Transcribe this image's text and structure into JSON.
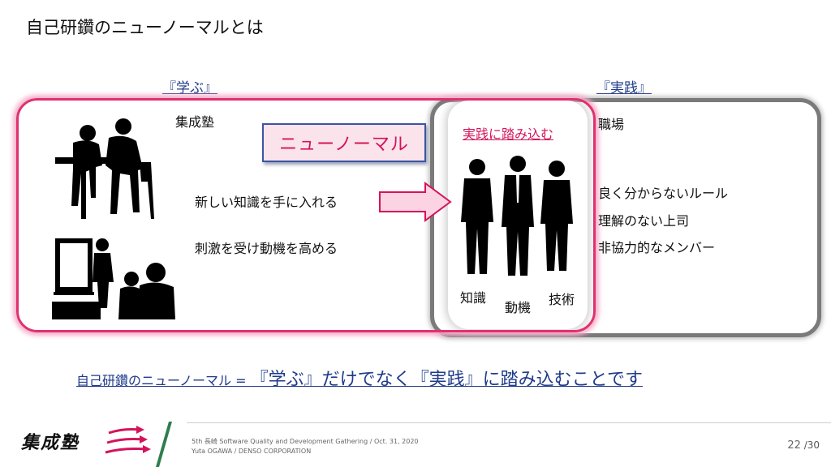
{
  "title": "自己研鑽のニューノーマルとは",
  "labels": {
    "manabu": "『学ぶ』",
    "jissen": "『実践』"
  },
  "left": {
    "org": "集成塾",
    "line1": "新しい知識を手に入れる",
    "line2": "刺激を受け動機を高める"
  },
  "new_normal": "ニューノーマル",
  "middle": {
    "heading": "実践に踏み込む",
    "label_knowledge": "知識",
    "label_motivation": "動機",
    "label_skill": "技術"
  },
  "right": {
    "workplace": "職場",
    "line1": "良く分からないルール",
    "line2": "理解のない上司",
    "line3": "非協力的なメンバー"
  },
  "bottom": {
    "prefix": "自己研鑽のニューノーマル = ",
    "main": "『学ぶ』だけでなく『実践』に踏み込むことです"
  },
  "footer": {
    "logo_text": "集成塾",
    "event": "5th 長崎 Software Quality and Development Gathering / Oct. 31, 2020",
    "author": "Yuta OGAWA / DENSO CORPORATION",
    "page_current": "22",
    "page_total": "/30"
  },
  "colors": {
    "accent_red": "#d4145a",
    "link_blue": "#1f3a8a",
    "footer_green": "#2e7d4f"
  }
}
